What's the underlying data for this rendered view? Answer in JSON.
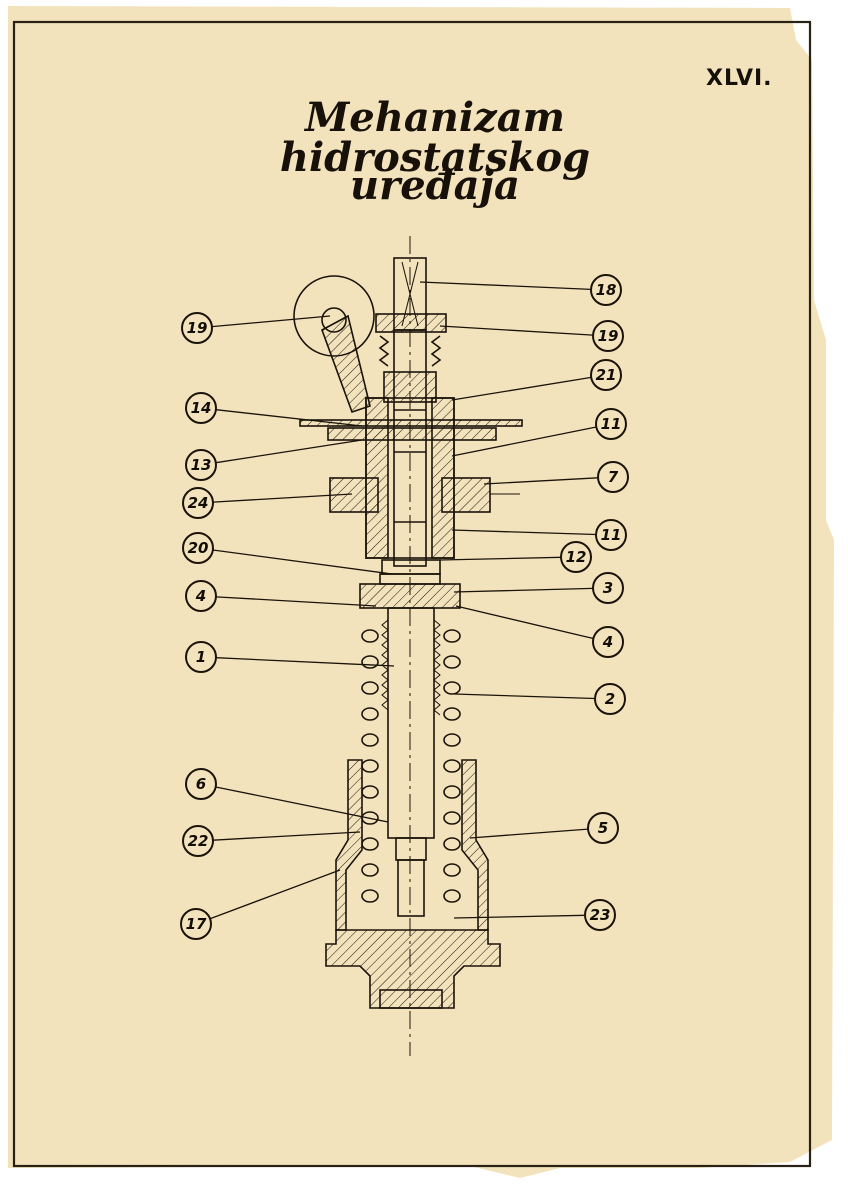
{
  "plate_number": "XLVI.",
  "title_line_1": "Mehanizam hidrostatskog",
  "title_line_2": "uređaja",
  "colors": {
    "paper": "#f3e3bd",
    "ink": "#1a1309",
    "frame": "#2a2115"
  },
  "callouts_left": [
    {
      "label": "19"
    },
    {
      "label": "14"
    },
    {
      "label": "13"
    },
    {
      "label": "24"
    },
    {
      "label": "20"
    },
    {
      "label": "4"
    },
    {
      "label": "1"
    },
    {
      "label": "6"
    },
    {
      "label": "22"
    },
    {
      "label": "17"
    }
  ],
  "callouts_right": [
    {
      "label": "18"
    },
    {
      "label": "19"
    },
    {
      "label": "21"
    },
    {
      "label": "11"
    },
    {
      "label": "7"
    },
    {
      "label": "11"
    },
    {
      "label": "12"
    },
    {
      "label": "3"
    },
    {
      "label": "4"
    },
    {
      "label": "2"
    },
    {
      "label": "5"
    },
    {
      "label": "23"
    }
  ]
}
